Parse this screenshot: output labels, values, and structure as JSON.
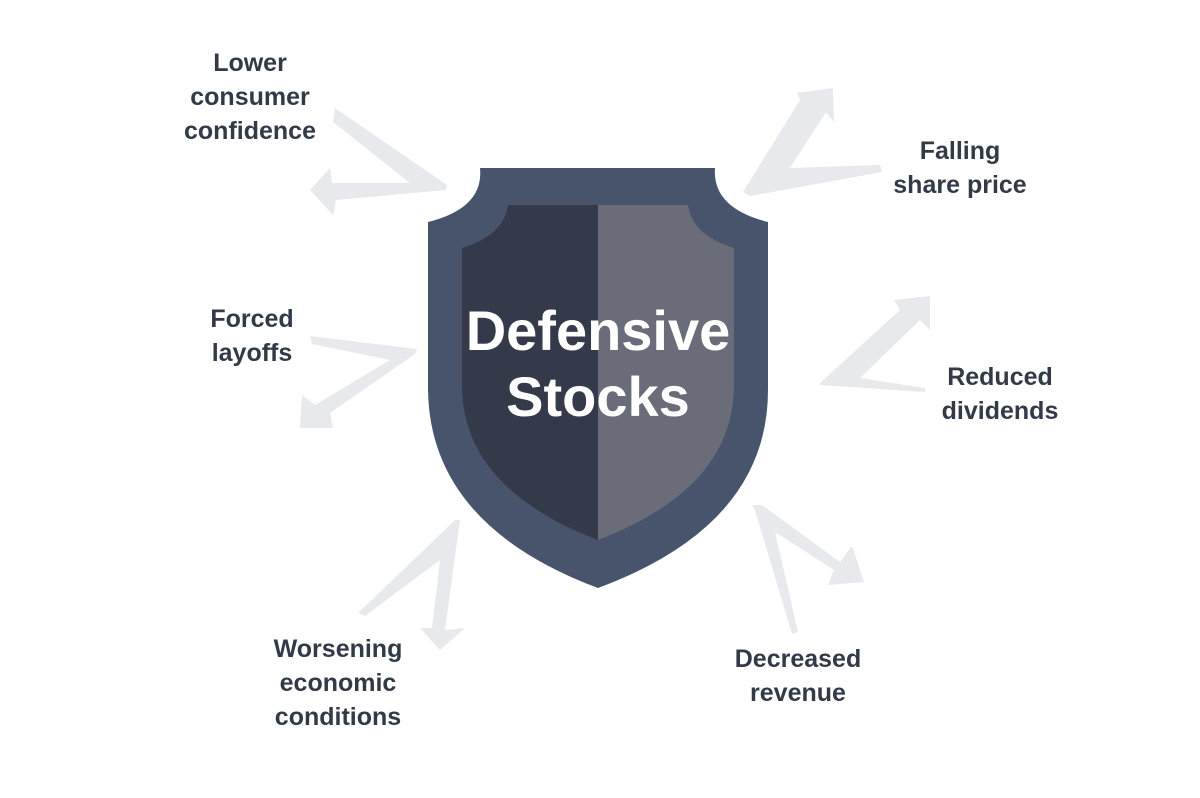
{
  "shield": {
    "title_line1": "Defensive",
    "title_line2": "Stocks",
    "colors": {
      "border": "#48546b",
      "left_half": "#353a4a",
      "right_half": "#6a6c79",
      "text": "#ffffff"
    }
  },
  "factors": {
    "lower_consumer_confidence": {
      "line1": "Lower",
      "line2": "consumer",
      "line3": "confidence"
    },
    "falling_share_price": {
      "line1": "Falling",
      "line2": "share price"
    },
    "forced_layoffs": {
      "line1": "Forced",
      "line2": "layoffs"
    },
    "reduced_dividends": {
      "line1": "Reduced",
      "line2": "dividends"
    },
    "worsening_economic_conditions": {
      "line1": "Worsening",
      "line2": "economic",
      "line3": "conditions"
    },
    "decreased_revenue": {
      "line1": "Decreased",
      "line2": "revenue"
    }
  },
  "colors": {
    "label_text": "#333a47",
    "arrow": "#e8e9ec"
  }
}
